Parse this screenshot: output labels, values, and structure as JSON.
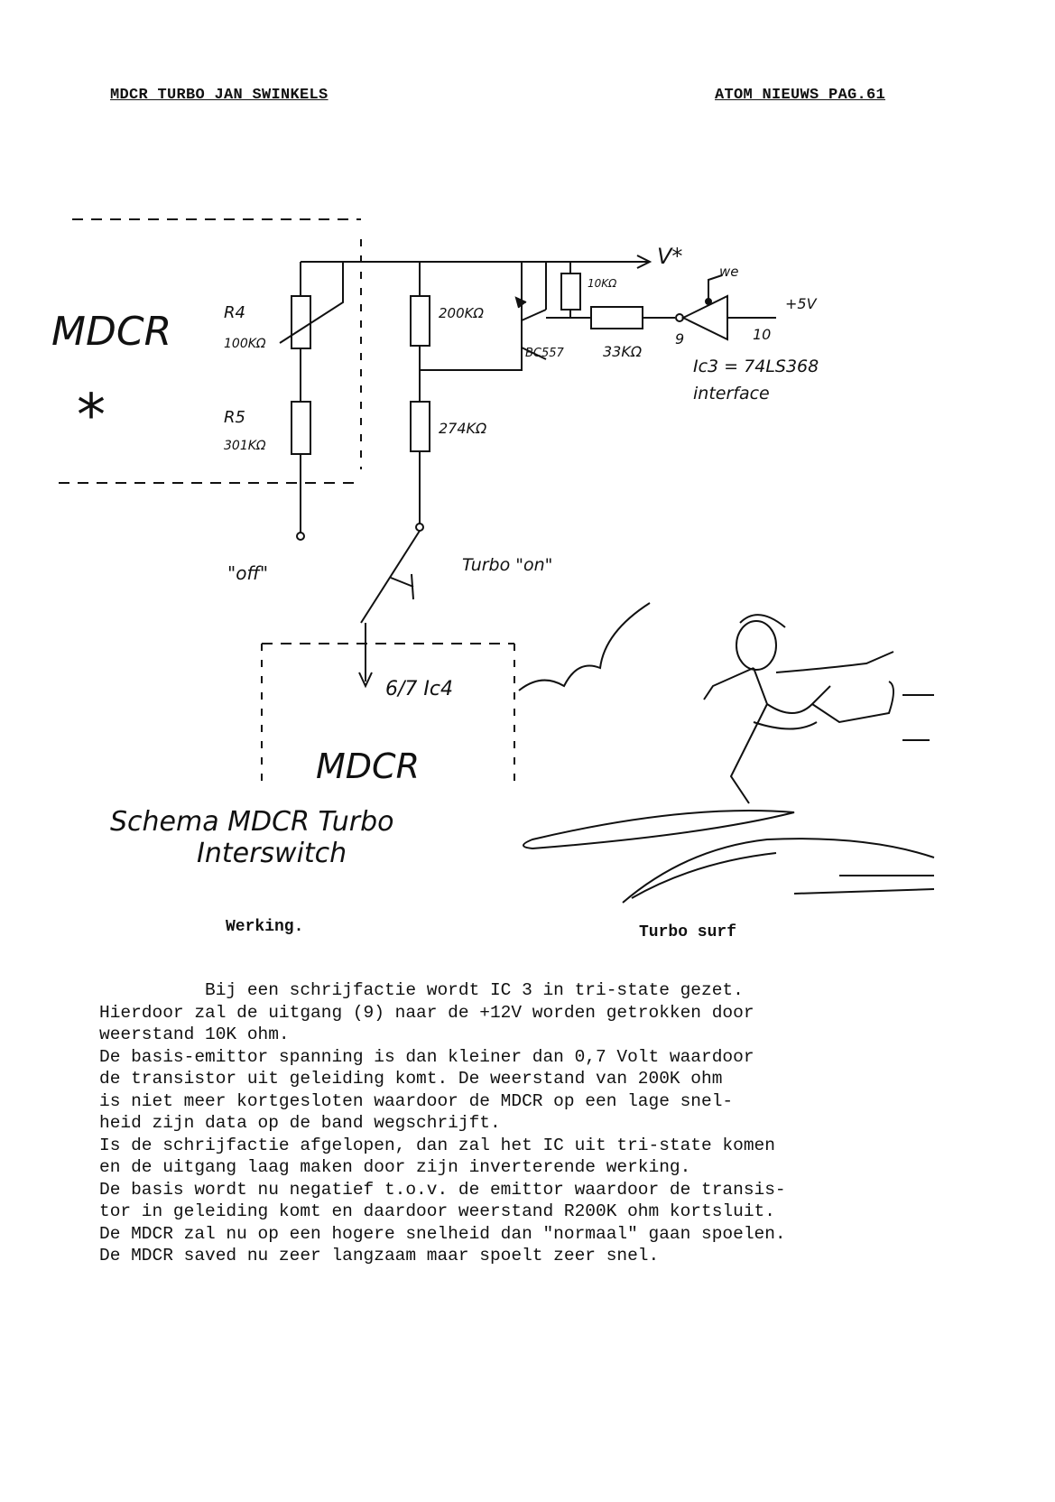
{
  "header": {
    "left": "MDCR TURBO  JAN SWINKELS",
    "right": "ATOM NIEUWS PAG.61"
  },
  "schematic": {
    "mdcr_top": "MDCR",
    "asterisk": "*",
    "r4_name": "R4",
    "r4_value": "100KΩ",
    "r5_name": "R5",
    "r5_value": "301KΩ",
    "r200_value": "200KΩ",
    "r274_value": "274KΩ",
    "r10k_value": "10KΩ",
    "r33k_value": "33KΩ",
    "transistor_label": "BC557",
    "vplus_label": "V*",
    "we_label": "we",
    "plus5v_label": "+5V",
    "pin9_label": "9",
    "pin10_label": "10",
    "ic3_label": "Ic3 = 74LS368",
    "interface_label": "interface",
    "off_label": "\"off\"",
    "turbo_on_label": "Turbo \"on\"",
    "ic4_label": "6/7 Ic4",
    "mdcr_bottom": "MDCR",
    "title_line1": "Schema MDCR Turbo",
    "title_line2": "Interswitch"
  },
  "captions": {
    "werking": "Werking.",
    "surf": "Turbo surf"
  },
  "body_lines": [
    "          Bij een schrijfactie wordt IC 3 in tri-state gezet.",
    "Hierdoor zal de uitgang (9) naar de +12V worden getrokken door",
    "weerstand 10K ohm.",
    "De basis-emittor spanning is dan kleiner dan 0,7 Volt waardoor",
    "de transistor uit geleiding komt. De weerstand van 200K ohm",
    "is niet meer kortgesloten waardoor de MDCR op een lage snel-",
    "heid zijn data op de band wegschrijft.",
    "Is de schrijfactie afgelopen, dan zal het IC uit tri-state komen",
    "en de uitgang laag maken door zijn inverterende werking.",
    "De basis wordt nu negatief t.o.v. de emittor waardoor de transis-",
    "tor in geleiding komt en daardoor weerstand R200K ohm kortsluit.",
    "De MDCR zal nu op een hogere snelheid dan \"normaal\" gaan spoelen.",
    "De MDCR saved nu zeer langzaam maar spoelt zeer snel."
  ]
}
